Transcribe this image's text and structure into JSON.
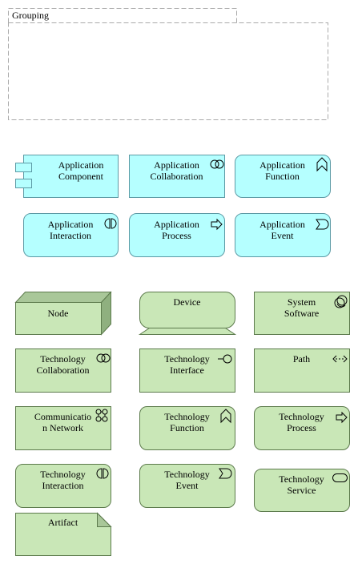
{
  "grouping": {
    "label": "Grouping"
  },
  "colors": {
    "application_fill": "#b5ffff",
    "application_stroke": "#5c9aa5",
    "technology_fill": "#c9e7b7",
    "technology_stroke": "#5c7a4c",
    "group_stroke": "#aaaaaa"
  },
  "application": {
    "component": {
      "label_line1": "Application",
      "label_line2": "Component",
      "icon": "component-icon"
    },
    "collaboration": {
      "label_line1": "Application",
      "label_line2": "Collaboration",
      "icon": "collaboration-icon"
    },
    "function": {
      "label_line1": "Application",
      "label_line2": "Function",
      "icon": "function-icon"
    },
    "interaction": {
      "label_line1": "Application",
      "label_line2": "Interaction",
      "icon": "interaction-icon"
    },
    "process": {
      "label_line1": "Application",
      "label_line2": "Process",
      "icon": "process-icon"
    },
    "event": {
      "label_line1": "Application",
      "label_line2": "Event",
      "icon": "event-icon"
    }
  },
  "technology": {
    "node": {
      "label_line1": "Node"
    },
    "device": {
      "label_line1": "Device"
    },
    "system_software": {
      "label_line1": "System",
      "label_line2": "Software",
      "icon": "system-software-icon"
    },
    "collaboration": {
      "label_line1": "Technology",
      "label_line2": "Collaboration",
      "icon": "collaboration-icon"
    },
    "interface": {
      "label_line1": "Technology",
      "label_line2": "Interface",
      "icon": "interface-icon"
    },
    "path": {
      "label_line1": "Path",
      "icon": "path-icon"
    },
    "communication_network": {
      "label_line1": "Communicatio",
      "label_line2": "n Network",
      "icon": "network-icon"
    },
    "function": {
      "label_line1": "Technology",
      "label_line2": "Function",
      "icon": "function-icon"
    },
    "process": {
      "label_line1": "Technology",
      "label_line2": "Process",
      "icon": "process-icon"
    },
    "interaction": {
      "label_line1": "Technology",
      "label_line2": "Interaction",
      "icon": "interaction-icon"
    },
    "event": {
      "label_line1": "Technology",
      "label_line2": "Event",
      "icon": "event-icon"
    },
    "service": {
      "label_line1": "Technology",
      "label_line2": "Service",
      "icon": "service-icon"
    },
    "artifact": {
      "label_line1": "Artifact"
    }
  }
}
